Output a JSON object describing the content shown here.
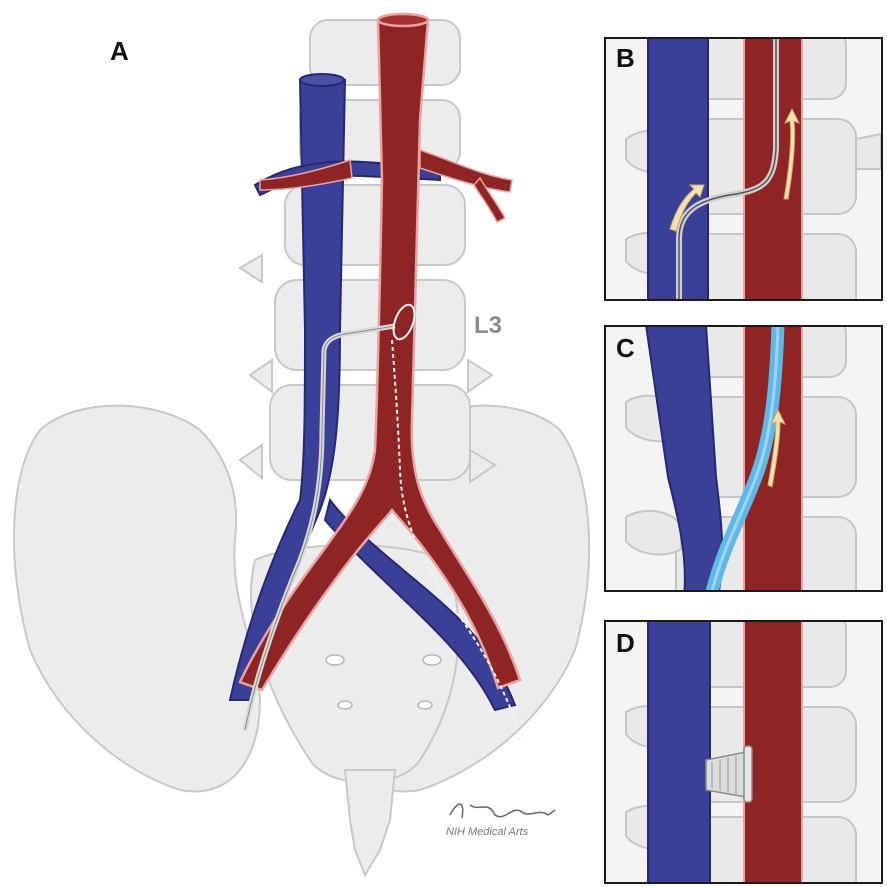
{
  "figure": {
    "panel_a": "A",
    "panel_b": "B",
    "panel_c": "C",
    "panel_d": "D",
    "vertebra_label": "L3",
    "credit": "NIH Medical Arts"
  },
  "colors": {
    "vein": "#3a3f97",
    "vein_dark": "#272a72",
    "artery": "#8e2424",
    "artery_edge": "#e8a0a0",
    "bone": "#ebebeb",
    "bone_line": "#c9c9c9",
    "sheath": "#5fb8e6",
    "arrow": "#f3e2b0"
  }
}
